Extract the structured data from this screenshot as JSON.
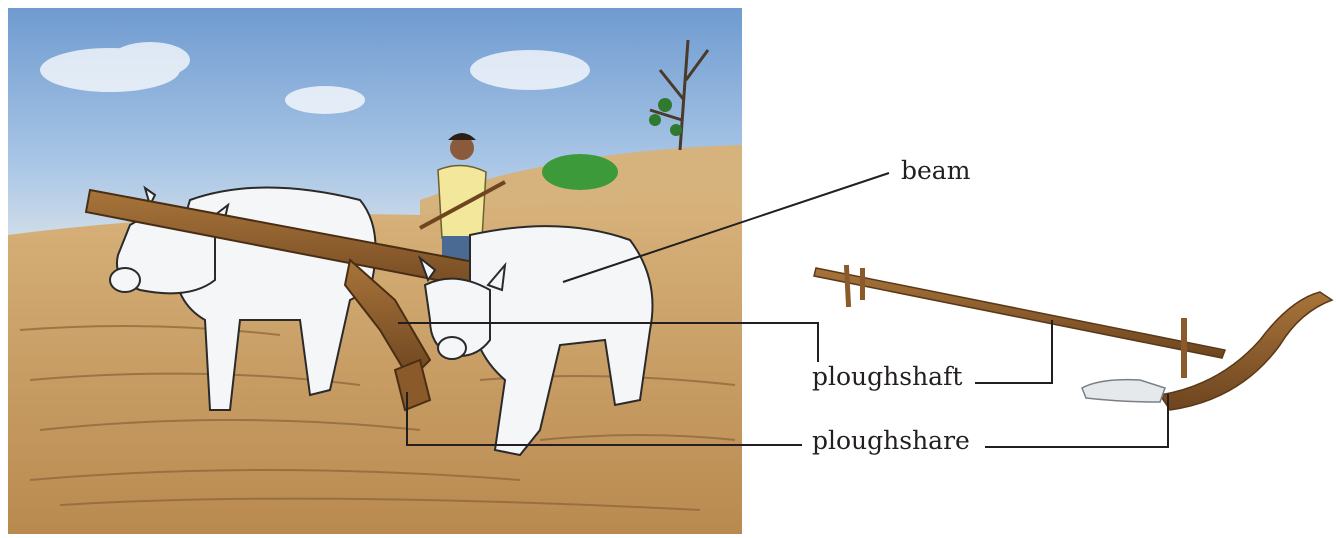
{
  "labels": {
    "beam": "beam",
    "ploughshaft": "ploughshaft",
    "ploughshare": "ploughshare"
  },
  "colors": {
    "sky": "#8fb3d9",
    "soil": "#c79a5e",
    "wood": "#8a5a2b",
    "ox": "#f4f6f8",
    "leader_line": "#231f20"
  }
}
